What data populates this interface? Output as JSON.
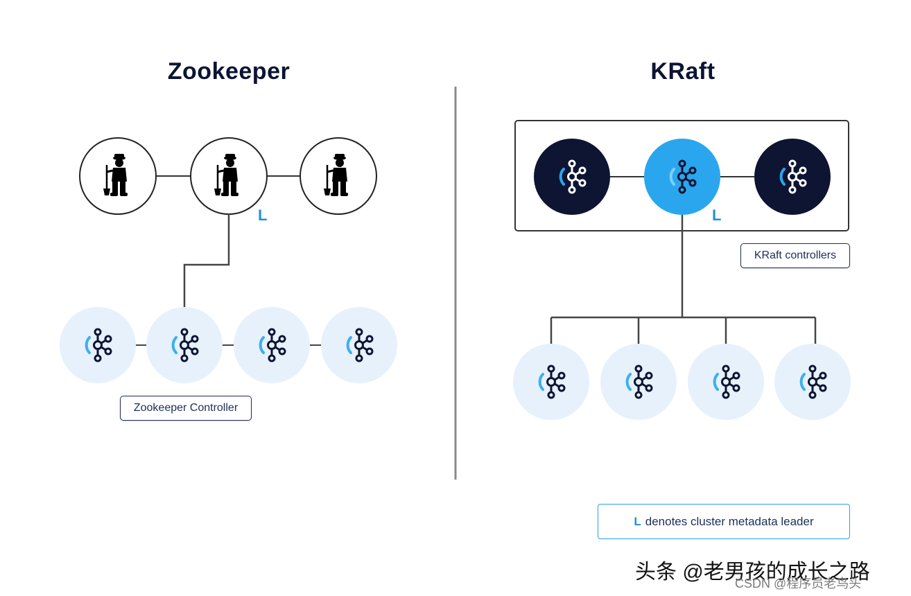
{
  "zookeeper": {
    "title": "Zookeeper",
    "leader_mark": "L",
    "controller_label": "Zookeeper Controller",
    "zk_nodes": 3,
    "brokers": 4
  },
  "kraft": {
    "title": "KRaft",
    "leader_mark": "L",
    "controllers_label": "KRaft controllers",
    "controller_nodes": 3,
    "brokers": 4
  },
  "legend": {
    "mark": "L",
    "text": "denotes cluster metadata leader"
  },
  "watermark": {
    "main": "头条 @老男孩的成长之路",
    "csdn": "CSDN @程序员老鸟头"
  },
  "colors": {
    "dark_navy": "#0e1533",
    "leader_blue": "#2aa6ee",
    "broker_bg": "#e6f1fb",
    "accent_blue": "#1f8fde",
    "line": "#444444"
  },
  "icons": {
    "zookeeper_node": "zookeeper-keeper-icon",
    "kafka_node": "kafka-logo-icon"
  }
}
